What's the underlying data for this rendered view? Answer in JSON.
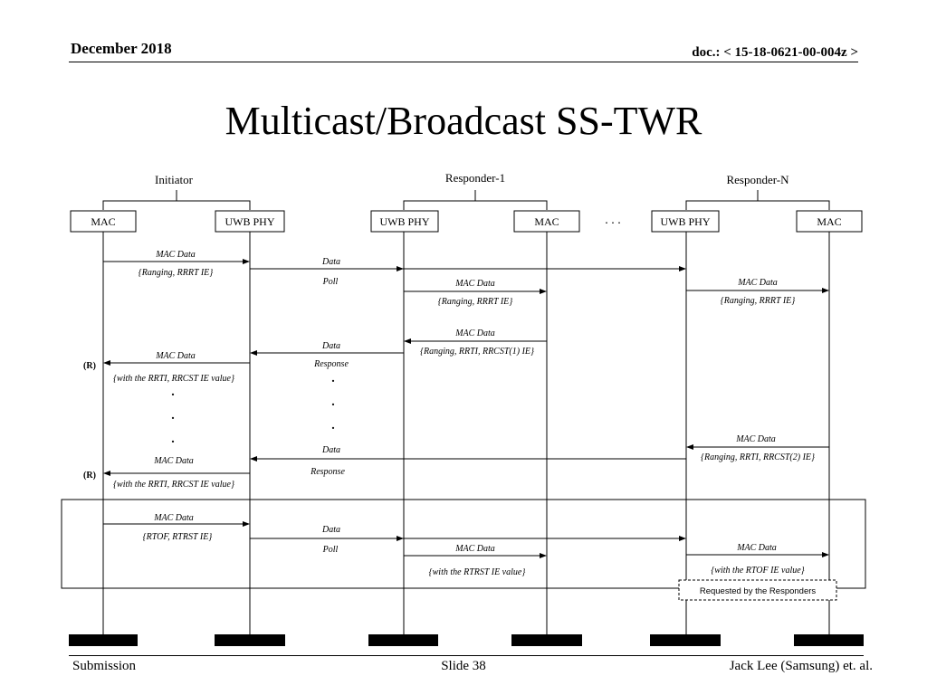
{
  "header": {
    "date": "December 2018",
    "doc": "doc.: < 15-18-0621-00-004z >"
  },
  "title": "Multicast/Broadcast SS-TWR",
  "footer": {
    "left": "Submission",
    "center": "Slide 38",
    "right": "Jack Lee (Samsung) et. al."
  },
  "diagram": {
    "groups": {
      "initiator": "Initiator",
      "responder1": "Responder-1",
      "responderN": "Responder-N"
    },
    "boxes": {
      "mac": "MAC",
      "phy": "UWB PHY"
    },
    "ellipsis": ". . .",
    "labels": {
      "m1a": "MAC Data",
      "m1b": "{Ranging, RRRT IE}",
      "d1": "Data",
      "d1b": "Poll",
      "m2a": "MAC Data",
      "m2b": "{Ranging, RRRT IE}",
      "m3a": "MAC Data",
      "m3b": "{Ranging, RRRT IE}",
      "m4a": "MAC Data",
      "m4b": "{Ranging, RRTI, RRCST(1) IE}",
      "d2": "Data",
      "d2b": "Response",
      "m5a": "MAC Data",
      "m5b": "{with the RRTI, RRCST IE value}",
      "r1": "(R)",
      "m6a": "MAC Data",
      "m6b": "{Ranging, RRTI, RRCST(2) IE}",
      "d3": "Data",
      "d3b": "Response",
      "m7a": "MAC Data",
      "m7b": "{with the RRTI, RRCST IE value}",
      "r2": "(R)",
      "m8a": "MAC Data",
      "m8b": "{RTOF, RTRST IE}",
      "d4": "Data",
      "d4b": "Poll",
      "m9a": "MAC Data",
      "m9b": "{with the RTRST IE value}",
      "m10a": "MAC Data",
      "m10b": "{with the RTOF IE value}",
      "req": "Requested by the Responders",
      "dot": "."
    }
  }
}
